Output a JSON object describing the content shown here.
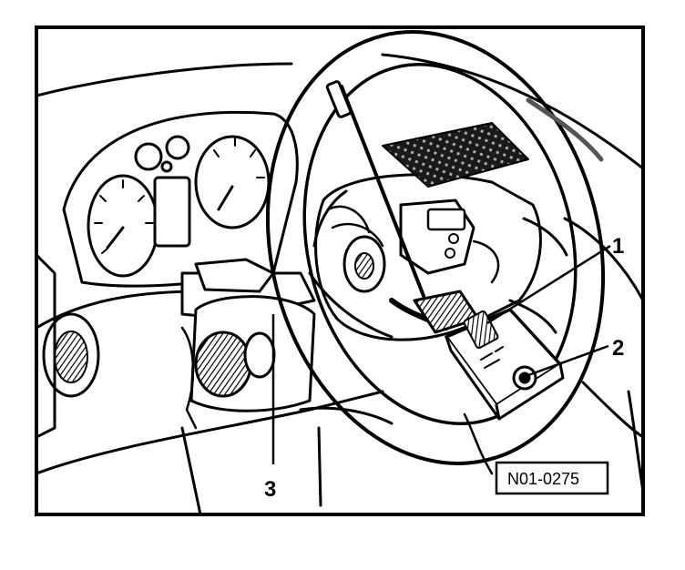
{
  "figure": {
    "reference_code": "N01-0275",
    "callouts": [
      {
        "id": "1",
        "label": "1"
      },
      {
        "id": "2",
        "label": "2"
      },
      {
        "id": "3",
        "label": "3"
      }
    ],
    "colors": {
      "ink": "#000000",
      "paper": "#ffffff",
      "shade": "#8a8a8a"
    }
  }
}
